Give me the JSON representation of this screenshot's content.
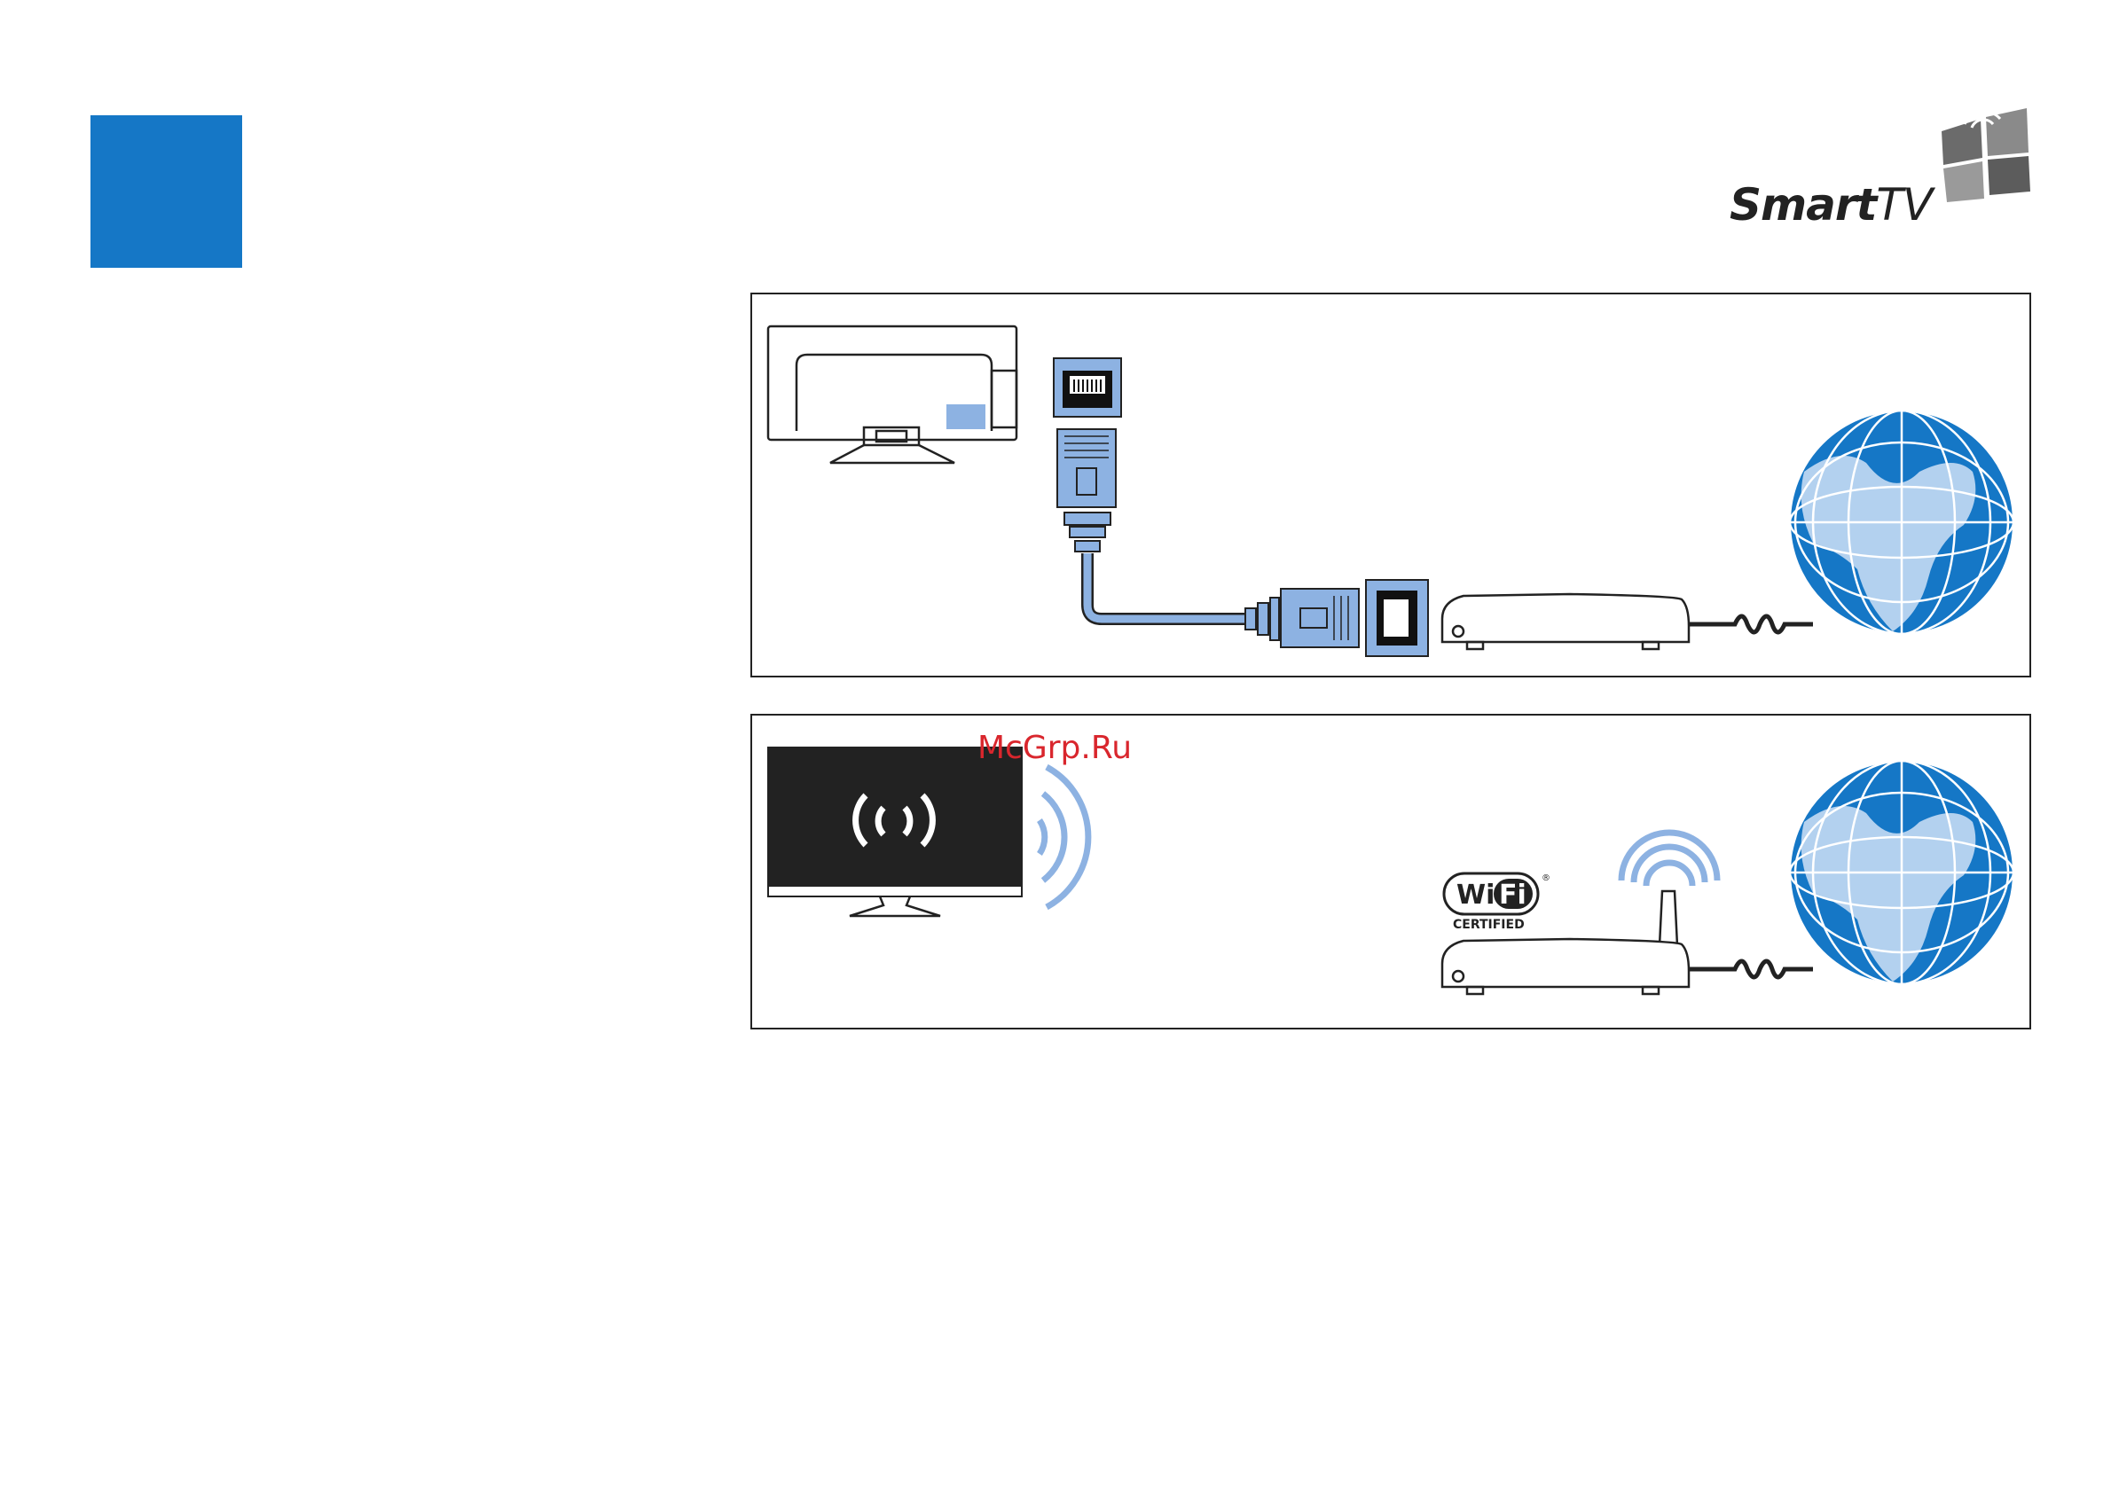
{
  "page": {
    "accent_color": "#1577c6",
    "logo": {
      "text_bold": "Smart",
      "text_light": "TV",
      "icon": "smarttv-flag-icon"
    },
    "watermark": "McGrp.Ru",
    "wired_panel": {
      "icons": [
        "tv-back-icon",
        "ethernet-port-icon",
        "ethernet-plug-icon",
        "network-cable-icon",
        "router-icon",
        "globe-icon"
      ]
    },
    "wireless_panel": {
      "icons": [
        "tv-wireless-icon",
        "wireless-waves-icon",
        "wifi-router-icon",
        "globe-icon"
      ],
      "wifi_badge": {
        "wi": "Wi",
        "fi": "Fi",
        "registered": "®",
        "certified": "CERTIFIED"
      }
    }
  }
}
